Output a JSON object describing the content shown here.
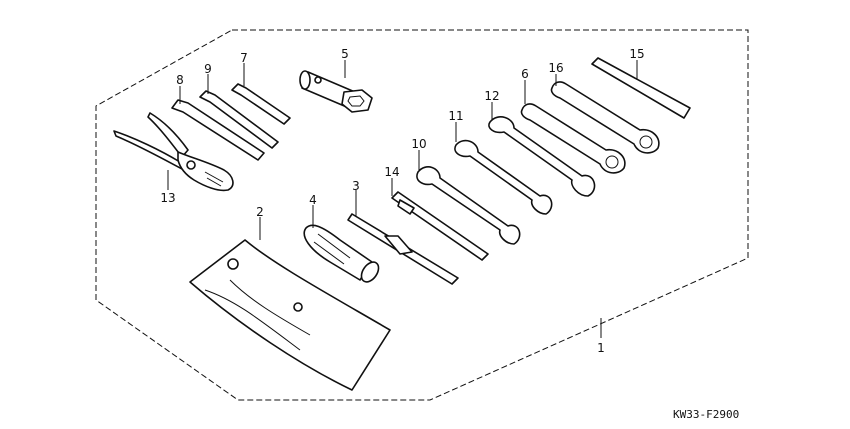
{
  "diagram_code": "KW33-F2900",
  "callouts": {
    "kit": "1",
    "bag": "2",
    "screwdriver": "3",
    "grip": "4",
    "box_spanner": "5",
    "spanner_long": "6",
    "hex_small": "7",
    "hex_large": "8",
    "hex_medium": "9",
    "wrench_10": "10",
    "wrench_11": "11",
    "wrench_12": "12",
    "pliers": "13",
    "screwdriver_small": "14",
    "ring_bar": "15",
    "spanner_16": "16"
  }
}
